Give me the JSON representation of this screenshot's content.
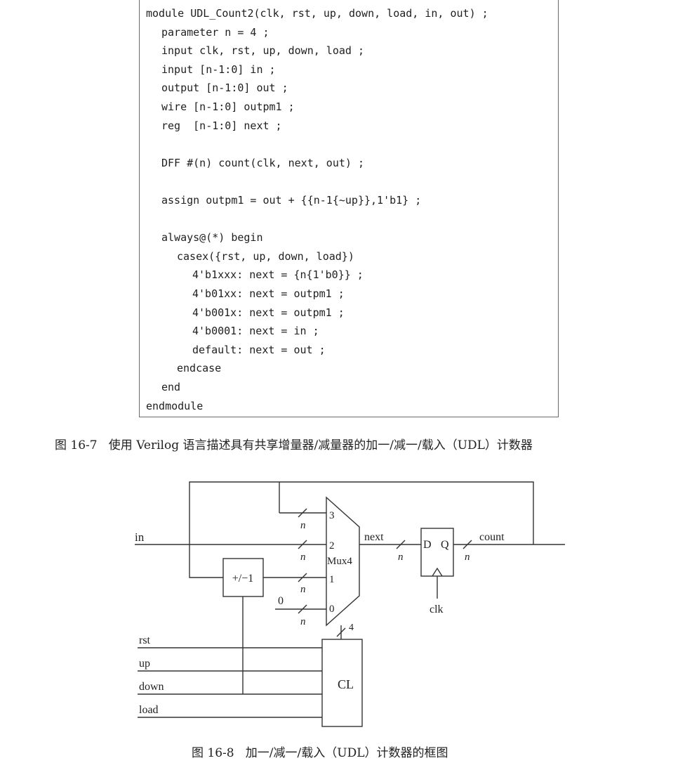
{
  "code": {
    "lines": [
      {
        "indent": 0,
        "text": "module UDL_Count2(clk, rst, up, down, load, in, out) ;"
      },
      {
        "indent": 1,
        "text": "parameter n = 4 ;"
      },
      {
        "indent": 1,
        "text": "input clk, rst, up, down, load ;"
      },
      {
        "indent": 1,
        "text": "input [n-1:0] in ;"
      },
      {
        "indent": 1,
        "text": "output [n-1:0] out ;"
      },
      {
        "indent": 1,
        "text": "wire [n-1:0] outpm1 ;"
      },
      {
        "indent": 1,
        "text": "reg  [n-1:0] next ;"
      },
      {
        "indent": 1,
        "text": ""
      },
      {
        "indent": 1,
        "text": "DFF #(n) count(clk, next, out) ;"
      },
      {
        "indent": 1,
        "text": ""
      },
      {
        "indent": 1,
        "text": "assign outpm1 = out + {{n-1{~up}},1'b1} ;"
      },
      {
        "indent": 1,
        "text": ""
      },
      {
        "indent": 1,
        "text": "always@(*) begin"
      },
      {
        "indent": 2,
        "text": "casex({rst, up, down, load})"
      },
      {
        "indent": 3,
        "text": "4'b1xxx: next = {n{1'b0}} ;"
      },
      {
        "indent": 3,
        "text": "4'b01xx: next = outpm1 ;"
      },
      {
        "indent": 3,
        "text": "4'b001x: next = outpm1 ;"
      },
      {
        "indent": 3,
        "text": "4'b0001: next = in ;"
      },
      {
        "indent": 3,
        "text": "default: next = out ;"
      },
      {
        "indent": 2,
        "text": "endcase"
      },
      {
        "indent": 1,
        "text": "end"
      },
      {
        "indent": 0,
        "text": "endmodule"
      }
    ]
  },
  "caption1": "图 16-7   使用 Verilog 语言描述具有共享增量器/减量器的加一/减一/载入（UDL）计数器",
  "caption2": "图 16-8   加一/减一/载入（UDL）计数器的框图",
  "diagram": {
    "in_label": "in",
    "next_label": "next",
    "count_label": "count",
    "clk_label": "clk",
    "zero_label": "0",
    "four_label": "4",
    "n_label": "n",
    "mux_label": "Mux4",
    "pm_label": "+/−1",
    "dff_d": "D",
    "dff_q": "Q",
    "cl_label": "CL",
    "mux_inputs": [
      "3",
      "2",
      "1",
      "0"
    ],
    "ctrl_inputs": [
      "rst",
      "up",
      "down",
      "load"
    ]
  }
}
